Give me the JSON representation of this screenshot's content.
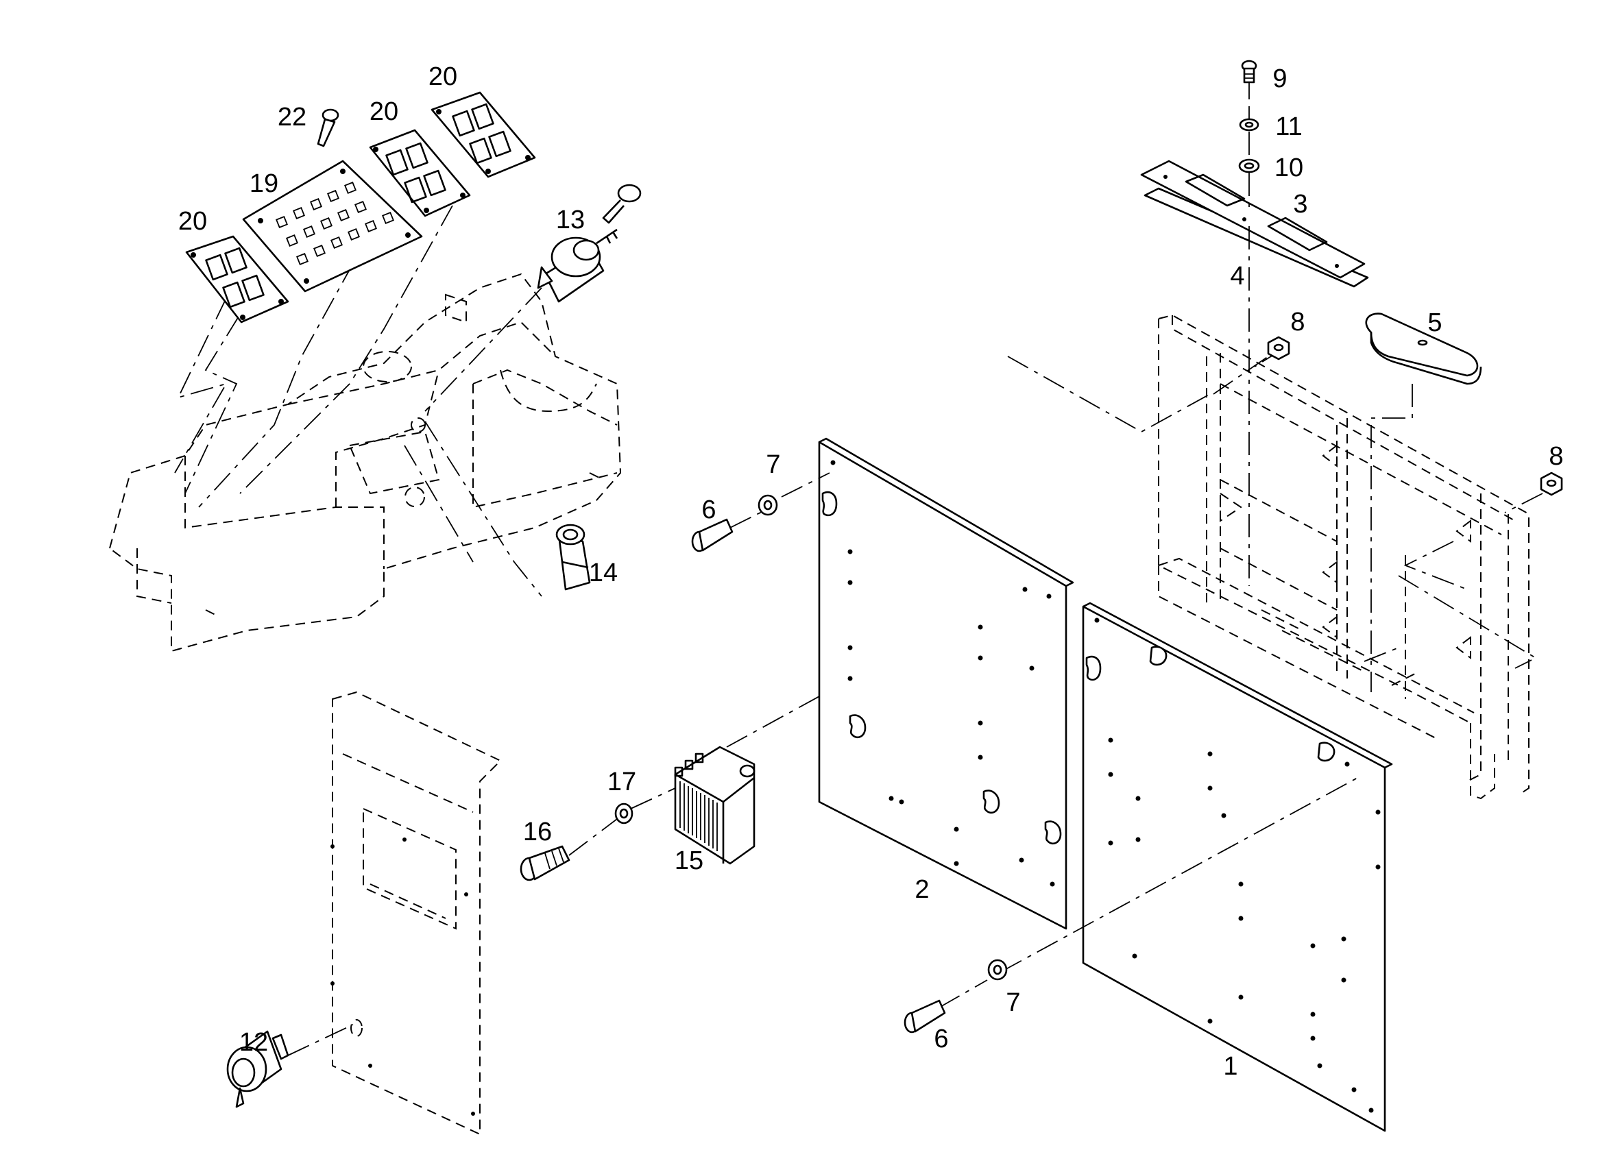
{
  "callouts": [
    {
      "id": "c1",
      "text": "1"
    },
    {
      "id": "c2",
      "text": "2"
    },
    {
      "id": "c3",
      "text": "3"
    },
    {
      "id": "c4",
      "text": "4"
    },
    {
      "id": "c5",
      "text": "5"
    },
    {
      "id": "c6a",
      "text": "6"
    },
    {
      "id": "c6b",
      "text": "6"
    },
    {
      "id": "c7a",
      "text": "7"
    },
    {
      "id": "c7b",
      "text": "7"
    },
    {
      "id": "c8a",
      "text": "8"
    },
    {
      "id": "c8b",
      "text": "8"
    },
    {
      "id": "c9",
      "text": "9"
    },
    {
      "id": "c10",
      "text": "10"
    },
    {
      "id": "c11",
      "text": "11"
    },
    {
      "id": "c12",
      "text": "12"
    },
    {
      "id": "c13",
      "text": "13"
    },
    {
      "id": "c14",
      "text": "14"
    },
    {
      "id": "c15",
      "text": "15"
    },
    {
      "id": "c16",
      "text": "16"
    },
    {
      "id": "c17",
      "text": "17"
    },
    {
      "id": "c19",
      "text": "19"
    },
    {
      "id": "c20a",
      "text": "20"
    },
    {
      "id": "c20b",
      "text": "20"
    },
    {
      "id": "c20c",
      "text": "20"
    },
    {
      "id": "c22",
      "text": "22"
    }
  ]
}
